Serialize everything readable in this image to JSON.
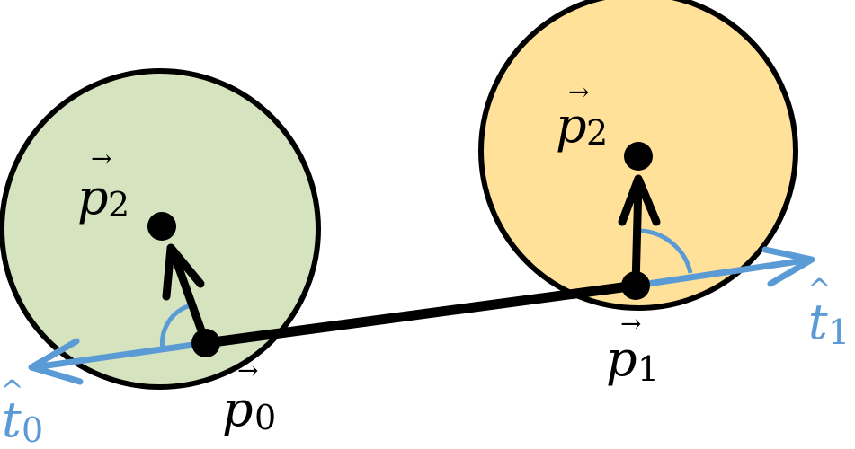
{
  "colors": {
    "left_circle_fill": "#D5E3BF",
    "right_circle_fill": "#FFE199",
    "outline": "#000000",
    "tangent": "#5B9BD5"
  },
  "labels": {
    "p2_left": {
      "base": "p",
      "sub": "2",
      "accent": "→"
    },
    "p0": {
      "base": "p",
      "sub": "0",
      "accent": "→"
    },
    "p2_right": {
      "base": "p",
      "sub": "2",
      "accent": "→"
    },
    "p1": {
      "base": "p",
      "sub": "1",
      "accent": "→"
    },
    "t0": {
      "base": "t",
      "sub": "0",
      "accent": "^"
    },
    "t1": {
      "base": "t",
      "sub": "1",
      "accent": "^"
    }
  }
}
